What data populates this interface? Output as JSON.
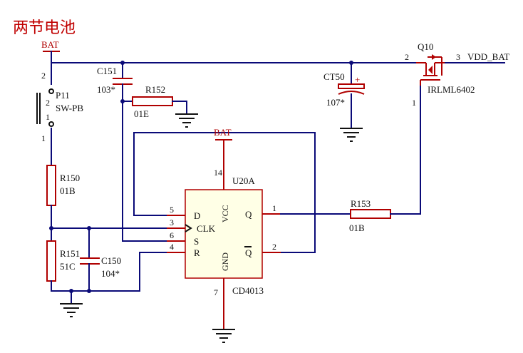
{
  "title": "两节电池",
  "nets": {
    "bat_top": "BAT",
    "bat_ic": "BAT",
    "vdd": "VDD_BAT"
  },
  "p11": {
    "ref": "P11",
    "value": "SW-PB",
    "pin1": "1",
    "pin2": "2",
    "pin_top": "2",
    "pin_bottom": "1"
  },
  "r150": {
    "ref": "R150",
    "value": "01B"
  },
  "r151": {
    "ref": "R151",
    "value": "51C"
  },
  "c150": {
    "ref": "C150",
    "value": "104*"
  },
  "c151": {
    "ref": "C151",
    "value": "103*"
  },
  "r152": {
    "ref": "R152",
    "value": "01E"
  },
  "ct50": {
    "ref": "CT50",
    "value": "107*",
    "polarity": "+"
  },
  "q10": {
    "ref": "Q10",
    "value": "IRLML6402",
    "pin1": "1",
    "pin2": "2",
    "pin3": "3"
  },
  "r153": {
    "ref": "R153",
    "value": "01B"
  },
  "u20a": {
    "ref": "U20A",
    "value": "CD4013",
    "vcc_label": "VCC",
    "gnd_label": "GND",
    "pins": {
      "d": "5",
      "clk": "3",
      "s": "6",
      "r": "4",
      "q": "1",
      "qbar": "2",
      "vcc": "14",
      "gnd": "7"
    },
    "labels": {
      "d": "D",
      "clk": "CLK",
      "s": "S",
      "r": "R",
      "q": "Q",
      "qbar": "Q"
    }
  },
  "colors": {
    "wire": "#0a0a78",
    "part": "#b00000",
    "text": "#111111",
    "title": "#c00000",
    "ic_fill": "#ffffe6"
  }
}
